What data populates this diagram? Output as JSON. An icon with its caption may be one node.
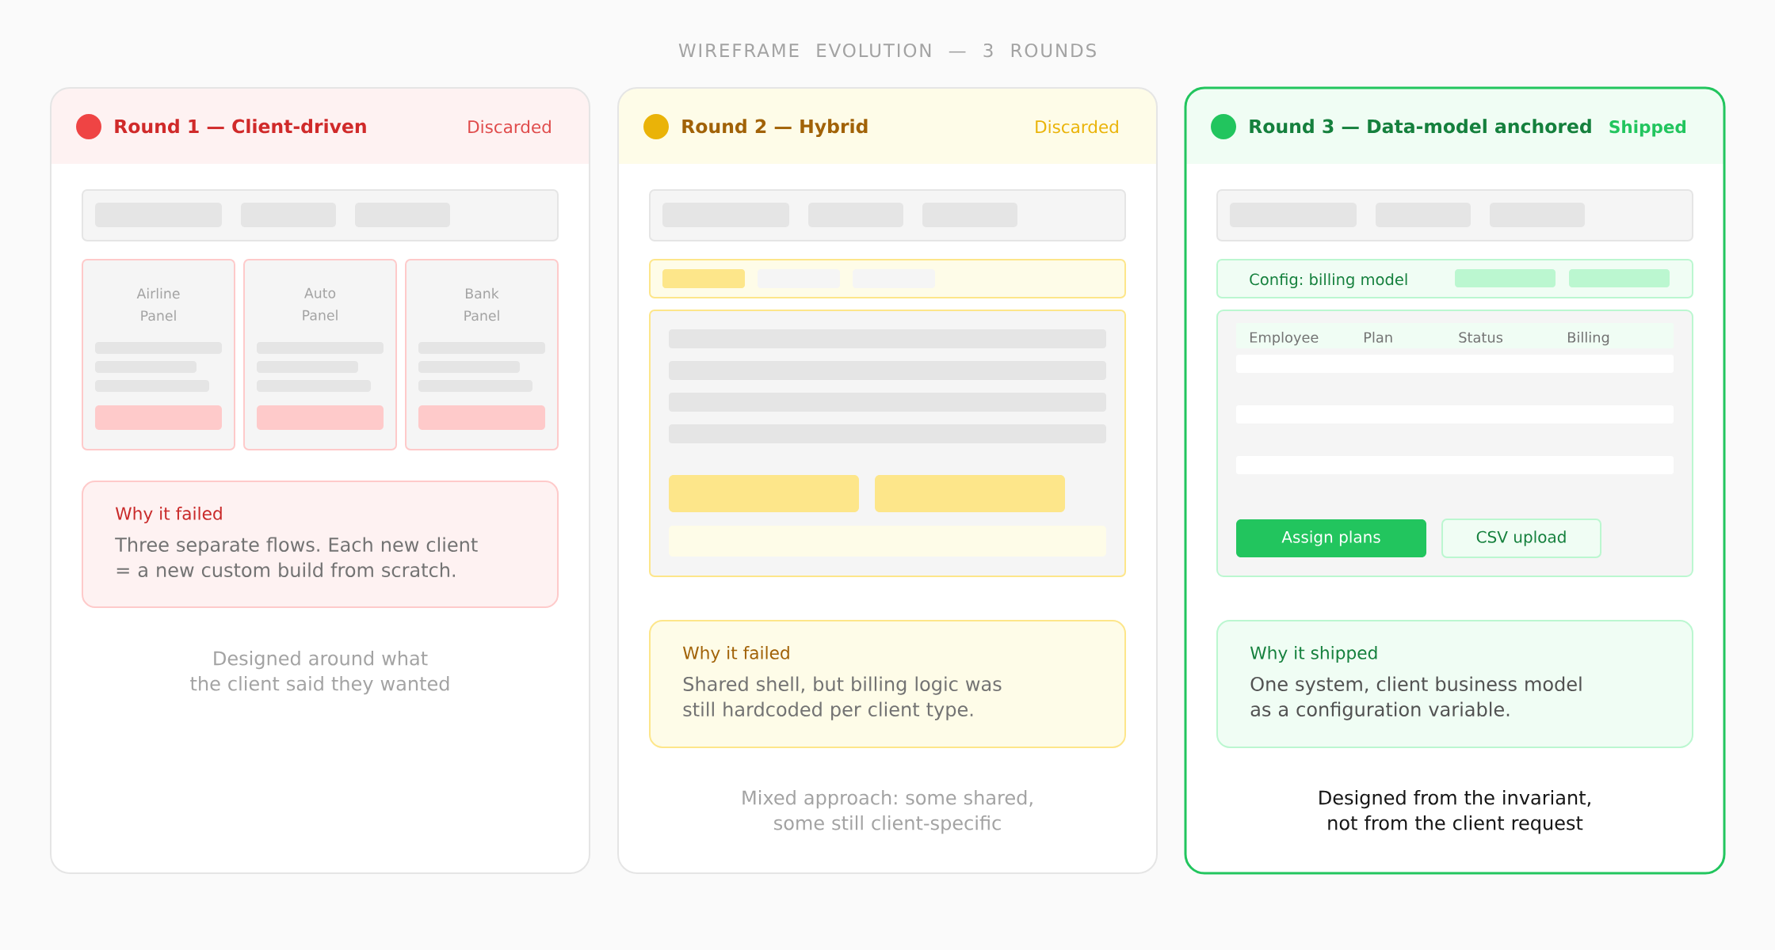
{
  "diagram": {
    "title": "WIREFRAME EVOLUTION — 3 ROUNDS",
    "nodes": [
      {
        "text": [
          "Round 1 — Client-driven",
          "Discarded",
          "Designed around what the client said they wanted"
        ]
      },
      {
        "text": [],
        "shape": "box",
        "in": 0
      },
      {
        "text": [
          "Airline Panel"
        ],
        "in": 0
      },
      {
        "text": [
          "Auto Panel"
        ],
        "in": 0
      },
      {
        "text": [
          "Bank Panel"
        ],
        "in": 0
      },
      {
        "text": [
          "Why it failed",
          "Three separate flows. Each new client = a new custom build from scratch."
        ],
        "in": 0
      },
      {
        "text": [
          "Round 2 — Hybrid",
          "Discarded",
          "Mixed approach: some shared, some still client-specific"
        ]
      },
      {
        "text": [],
        "shape": "box",
        "in": 6
      },
      {
        "text": [],
        "shape": "box",
        "in": 6
      },
      {
        "text": [],
        "shape": "box",
        "in": 6
      },
      {
        "text": [
          "Why it failed",
          "Shared shell, but billing logic was still hardcoded per client type."
        ],
        "in": 6
      },
      {
        "text": [
          "Round 3 — Data-model anchored",
          "Shipped",
          "Designed from the invariant, not from the client request"
        ]
      },
      {
        "text": [],
        "shape": "box",
        "in": 11
      },
      {
        "text": [
          "Config: billing model"
        ],
        "in": 11
      },
      {
        "text": [
          "Employee",
          "Plan",
          "Status",
          "Billing"
        ],
        "in": 11
      },
      {
        "text": [
          "Assign plans"
        ],
        "in": 14
      },
      {
        "text": [
          "CSV upload"
        ],
        "in": 14
      },
      {
        "text": [
          "Why it shipped",
          "One system, client business model as a configuration variable."
        ],
        "in": 11
      }
    ]
  }
}
